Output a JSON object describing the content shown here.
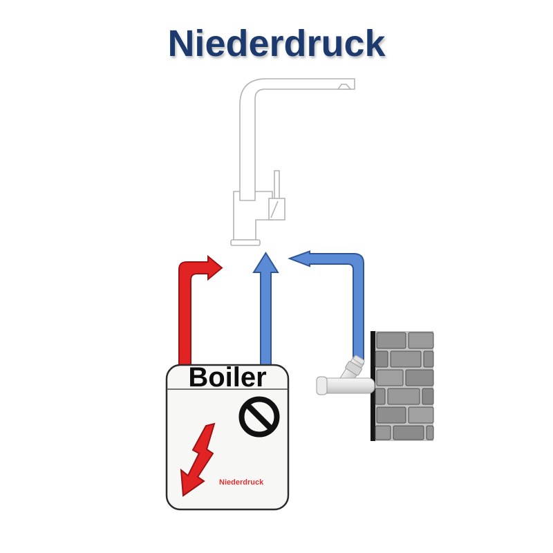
{
  "title": {
    "text": "Niederdruck"
  },
  "boiler": {
    "label": "Boiler",
    "warning_label": "Niederdruck"
  },
  "colors": {
    "title_text": "#1c3a6e",
    "hot_water_fill": "#e12323",
    "hot_water_outline": "#9c1212",
    "cold_water_fill": "#5b8bd4",
    "cold_water_outline": "#2f5597",
    "warning_text": "#e03030",
    "boiler_outline": "#2b2b2b",
    "prohibition_sign": "#111111",
    "faucet_line": "#b3b3b3"
  },
  "illustration": {
    "faucet": "kitchen-faucet-line-drawing",
    "arrows": [
      {
        "name": "hot-water-arrow",
        "color": "red",
        "direction": "up-then-right-from-boiler"
      },
      {
        "name": "cold-water-arrow",
        "color": "blue",
        "direction": "straight-up-from-boiler"
      },
      {
        "name": "cold-supply-arrow",
        "color": "blue",
        "direction": "left-from-wall-valve"
      }
    ],
    "boiler_icons": [
      "prohibition-sign-icon",
      "lightning-bolt-arrow-icon"
    ],
    "wall": "brick-wall",
    "valve": "corner-valve"
  }
}
